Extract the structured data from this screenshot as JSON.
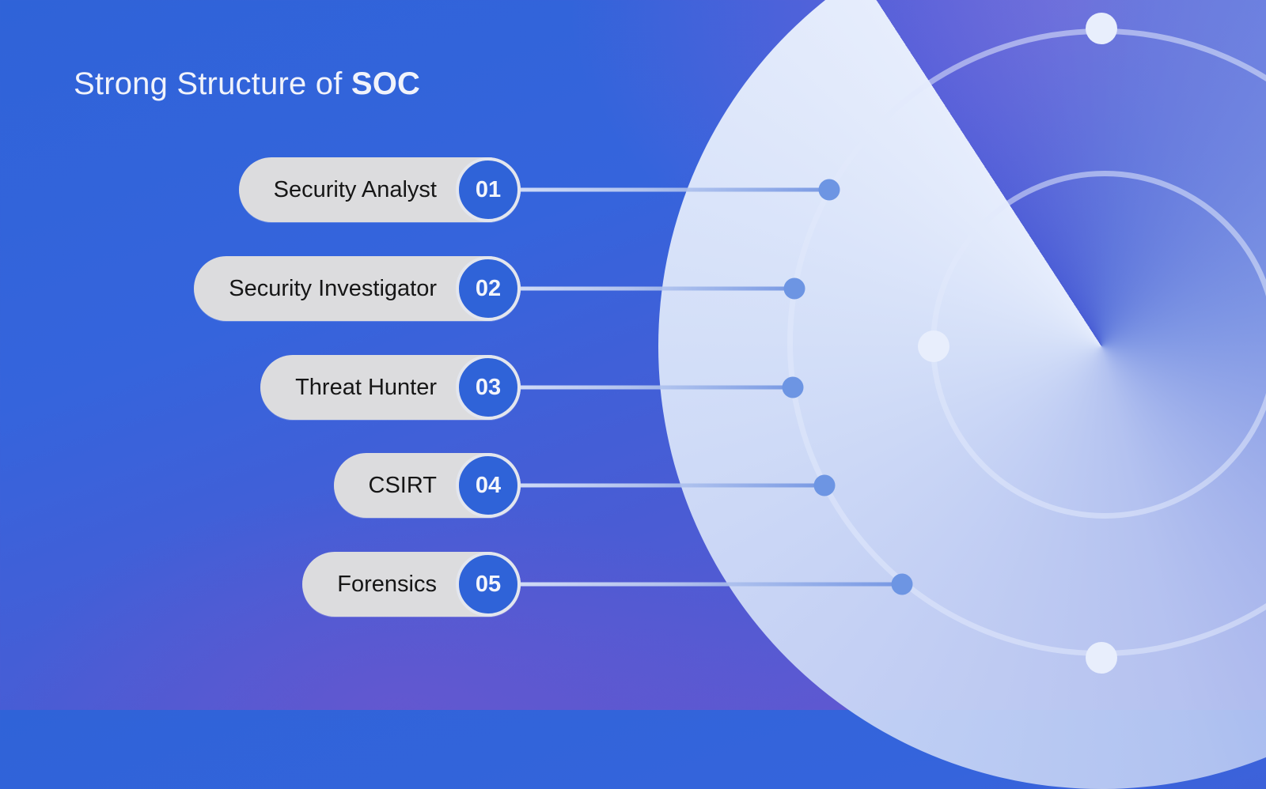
{
  "title": {
    "prefix": "Strong Structure of ",
    "emphasis": "SOC"
  },
  "items": [
    {
      "number": "01",
      "label": "Security Analyst"
    },
    {
      "number": "02",
      "label": "Security Investigator"
    },
    {
      "number": "03",
      "label": "Threat Hunter"
    },
    {
      "number": "04",
      "label": "CSIRT"
    },
    {
      "number": "05",
      "label": "Forensics"
    }
  ],
  "colors": {
    "background_blue": "#2f63d8",
    "background_purple": "#6a56cf",
    "pill_fill": "#dcdcde",
    "badge_fill": "#2f63d8",
    "connector_dot": "#6d95e3",
    "ring_node": "#e8eefc"
  }
}
